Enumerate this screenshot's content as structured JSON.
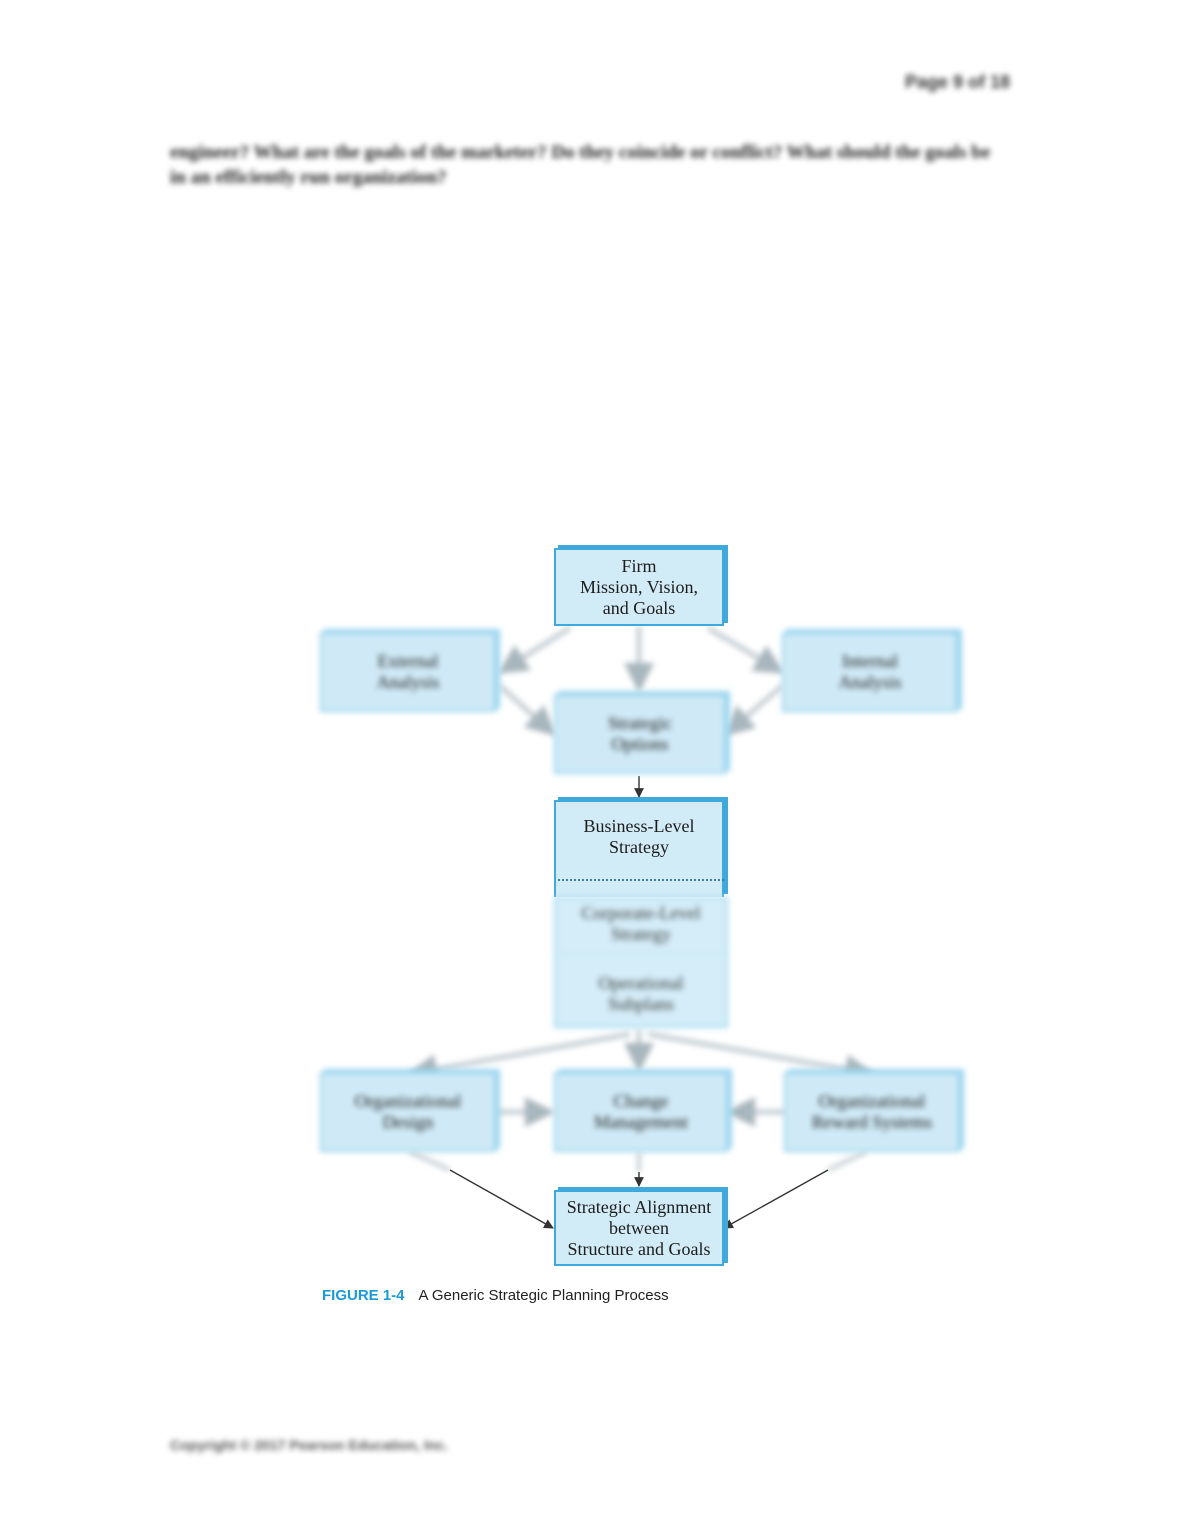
{
  "header": {
    "page_number": "Page 9 of 18"
  },
  "intro_text": "engineer? What are the goals of the marketer? Do they coincide or conflict? What should the goals be in an efficiently run organization?",
  "diagram": {
    "mission": "Firm\nMission, Vision,\nand Goals",
    "external": "External\nAnalysis",
    "internal": "Internal\nAnalysis",
    "options": "Strategic\nOptions",
    "business_level": "Business-Level\nStrategy",
    "corporate_level": "Corporate-Level\nStrategy",
    "operational": "Operational\nSubplans",
    "org_design": "Organizational\nDesign",
    "change_mgmt": "Change\nManagement",
    "reward": "Organizational\nReward Systems",
    "alignment": "Strategic Alignment\nbetween\nStructure and Goals",
    "colors": {
      "box_fill": "#d2ecf7",
      "box_border": "#3fa9dc",
      "arrow": "#333333",
      "caption_accent": "#1a9ad6"
    }
  },
  "caption": {
    "figure_number": "FIGURE 1-4",
    "text": "A Generic Strategic Planning Process"
  },
  "footer": {
    "copyright": "Copyright © 2017 Pearson Education, Inc."
  }
}
